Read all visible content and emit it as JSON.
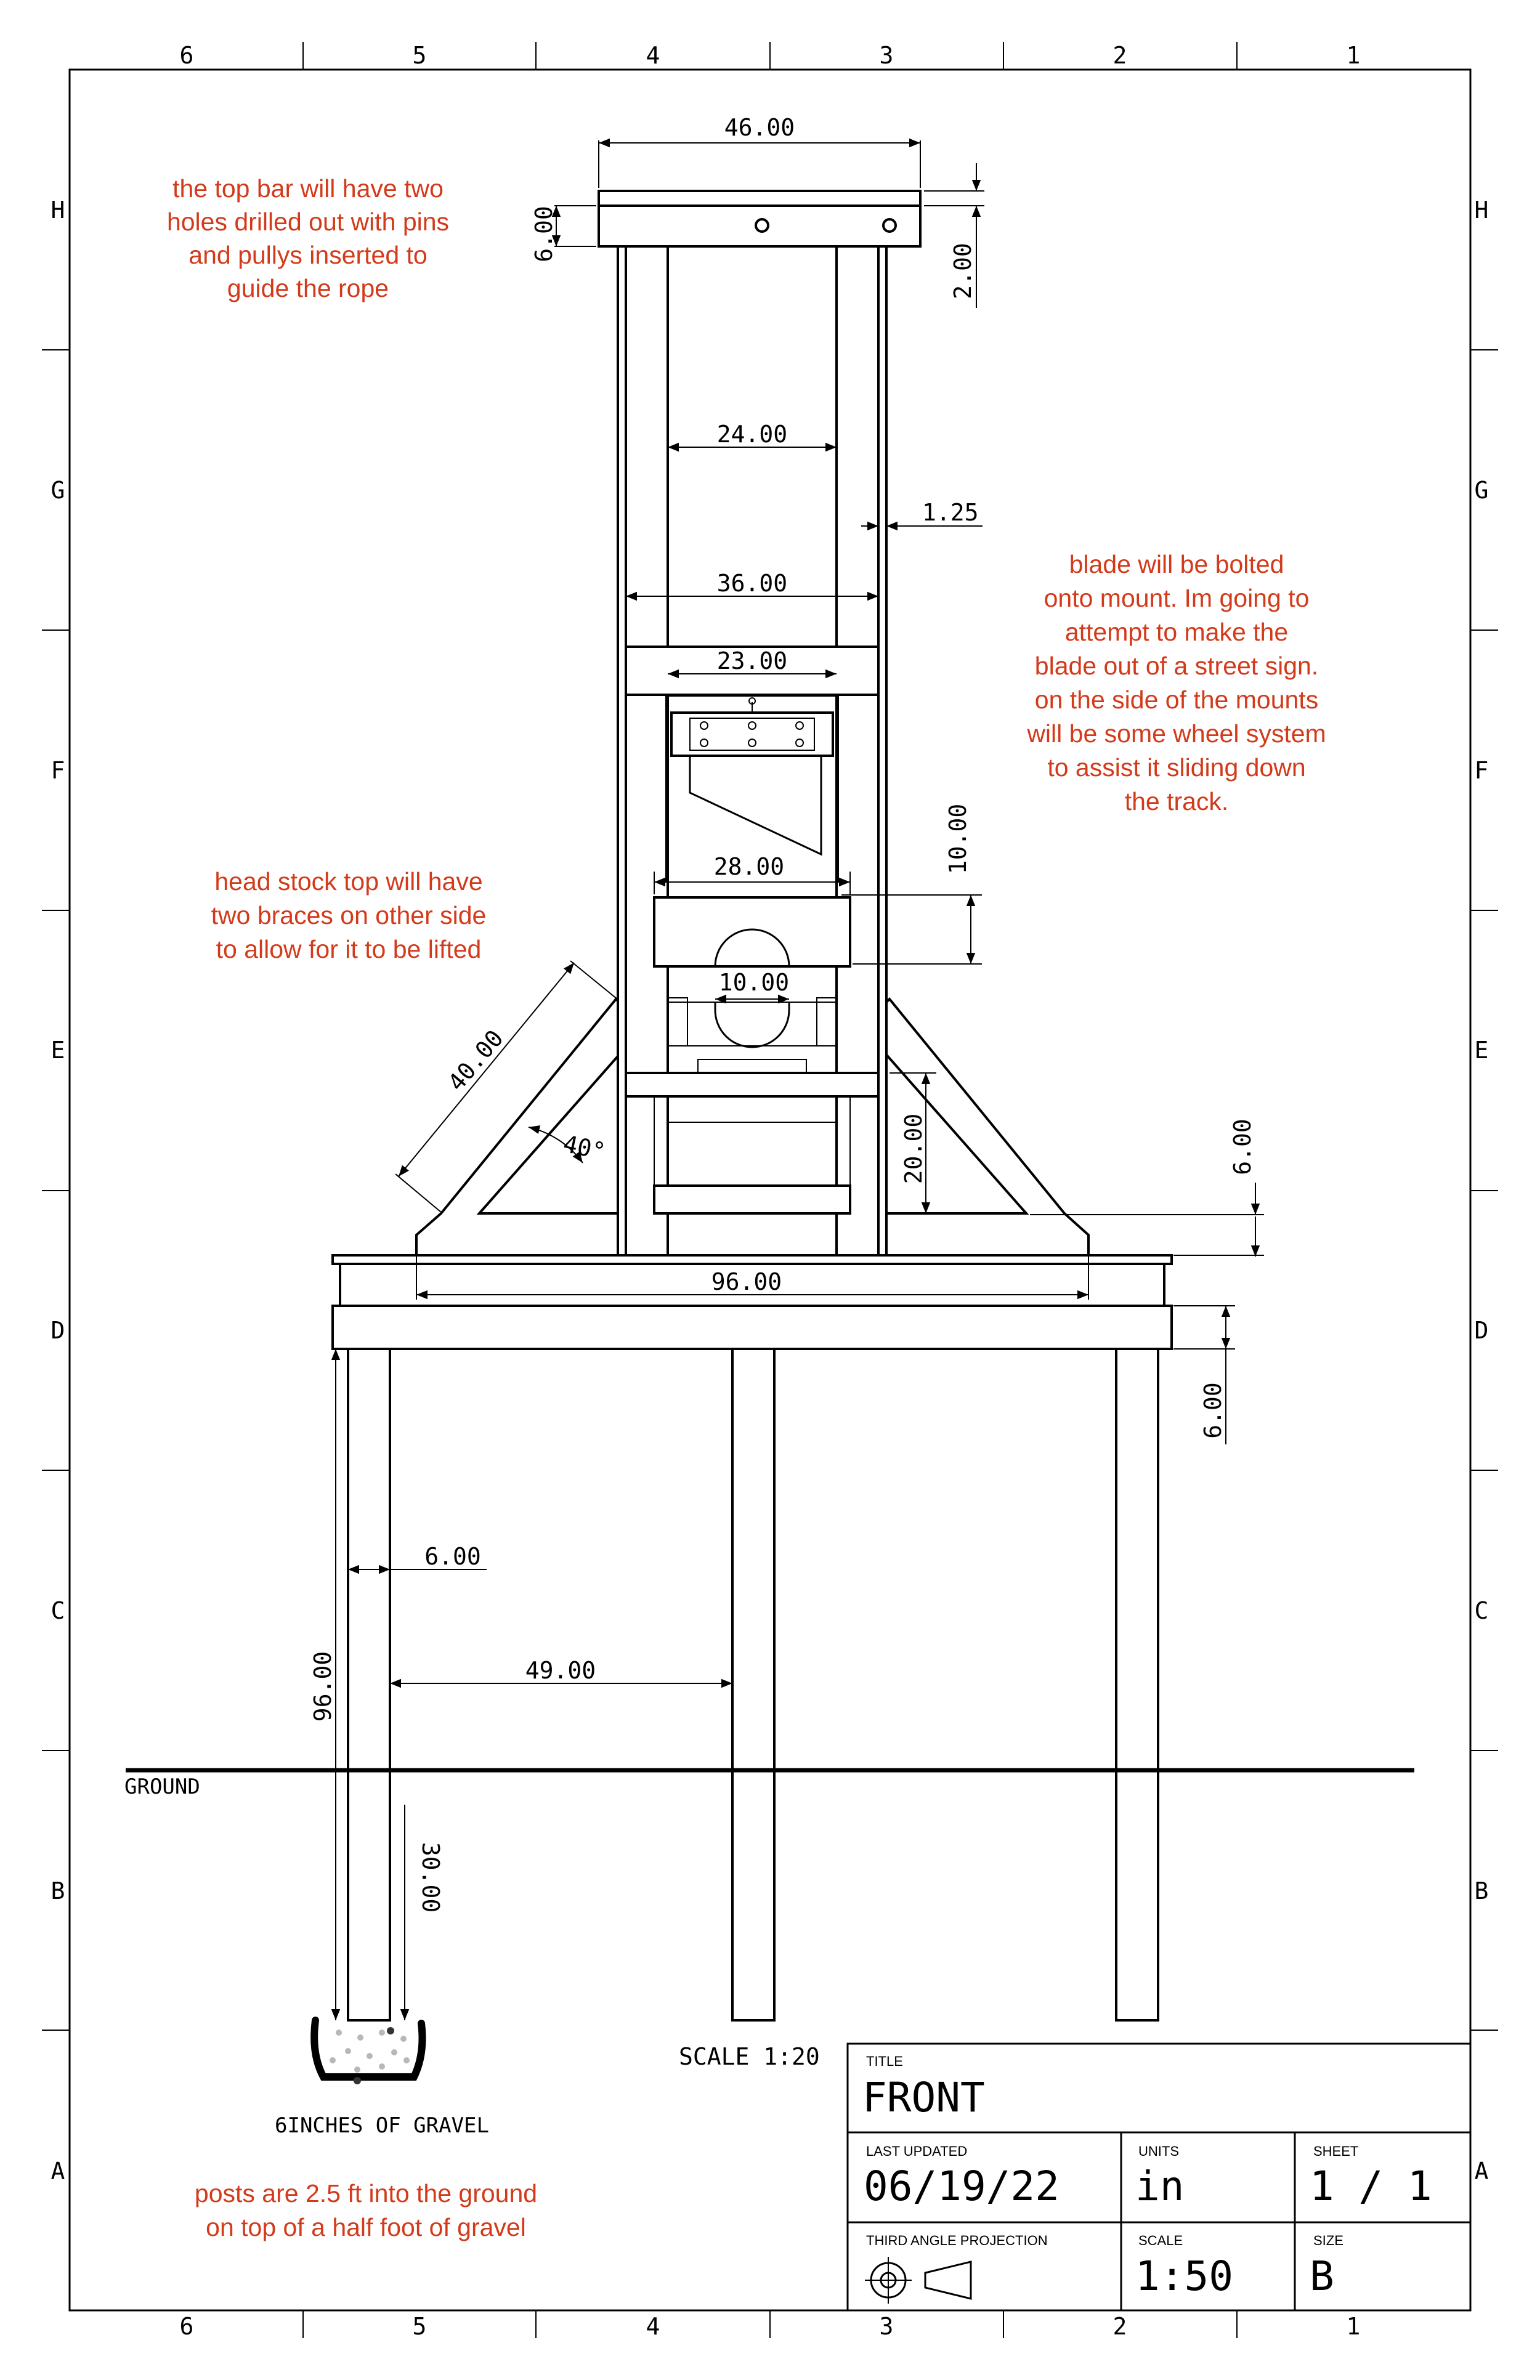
{
  "border": {
    "columns": [
      "6",
      "5",
      "4",
      "3",
      "2",
      "1"
    ],
    "rows": [
      "H",
      "G",
      "F",
      "E",
      "D",
      "C",
      "B",
      "A"
    ]
  },
  "dimensions": {
    "top_bar_width": "46.00",
    "top_bar_height": "6.00",
    "top_bar_cap": "2.00",
    "inner_width": "24.00",
    "post_width": "1.25",
    "outer_width": "36.00",
    "blade_width": "23.00",
    "blade_travel": "10.00",
    "head_stock_width": "28.00",
    "neck_hole": "10.00",
    "brace_length": "40.00",
    "brace_angle": "40°",
    "lower_frame_height": "20.00",
    "base_plate_height": "6.00",
    "platform_width": "96.00",
    "beam_height": "6.00",
    "leg_width": "6.00",
    "leg_spacing": "49.00",
    "leg_height": "96.00",
    "bury_depth": "30.00"
  },
  "labels": {
    "ground": "GROUND",
    "gravel": "6INCHES OF GRAVEL",
    "scale_note": "SCALE 1:20"
  },
  "notes": {
    "top_bar": [
      "the top bar will have two",
      "holes drilled out with pins",
      "and pullys inserted to",
      "guide the rope"
    ],
    "blade": [
      "blade will be bolted",
      "onto mount. Im going to",
      "attempt to make the",
      "blade out of a street sign.",
      "on the side of the mounts",
      "will be some wheel system",
      "to assist it sliding down",
      "the track."
    ],
    "head_stock": [
      "head stock top will have",
      "two braces on other side",
      "to allow for it to be lifted"
    ],
    "posts": [
      "posts are 2.5 ft into the ground",
      "on top of a half foot of gravel"
    ]
  },
  "title_block": {
    "title_label": "TITLE",
    "title": "FRONT",
    "updated_label": "LAST UPDATED",
    "updated": "06/19/22",
    "units_label": "UNITS",
    "units": "in",
    "sheet_label": "SHEET",
    "sheet": "1 / 1",
    "projection_label": "THIRD ANGLE PROJECTION",
    "scale_label": "SCALE",
    "scale": "1:50",
    "size_label": "SIZE",
    "size": "B"
  },
  "colors": {
    "note": "#d33a1a",
    "line": "#000000"
  }
}
